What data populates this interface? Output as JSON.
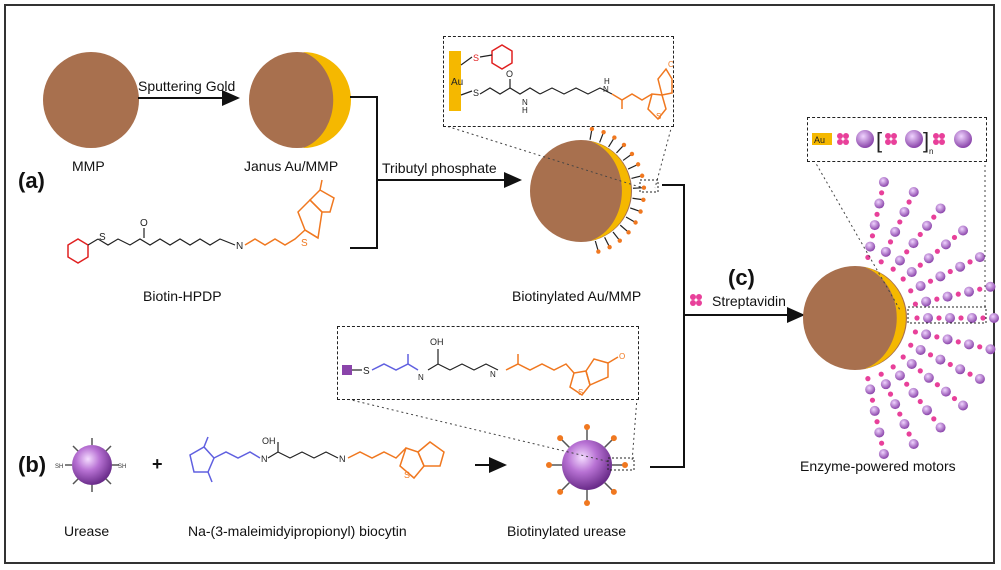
{
  "panels": {
    "a": "(a)",
    "b": "(b)",
    "c": "(c)"
  },
  "labels": {
    "mmp": "MMP",
    "janus": "Janus Au/MMP",
    "biotin_hpdp": "Biotin-HPDP",
    "biotinylated_au_mmp": "Biotinylated Au/MMP",
    "urease": "Urease",
    "biocytin": "Na-(3-maleimidyipropionyl) biocytin",
    "biotinylated_urease": "Biotinylated urease",
    "motors": "Enzyme-powered motors"
  },
  "arrows": {
    "sputtering": "Sputtering Gold",
    "tributyl": "Tributyl phosphate",
    "streptavidin": "Streptavidin"
  },
  "chem": {
    "au": "Au",
    "s": "S",
    "n": "N",
    "h": "H",
    "o": "O",
    "oh": "OH",
    "hn": "HN",
    "nh": "NH",
    "sh": "SH",
    "plus": "+",
    "n_sub": "n"
  },
  "colors": {
    "particle": "#a8704e",
    "gold": "#f5b800",
    "urease": "#b068c8",
    "streptavidin": "#e8409a",
    "biotin": "#f07820",
    "pyridyl": "#e02020",
    "maleimide": "#6060e0"
  }
}
